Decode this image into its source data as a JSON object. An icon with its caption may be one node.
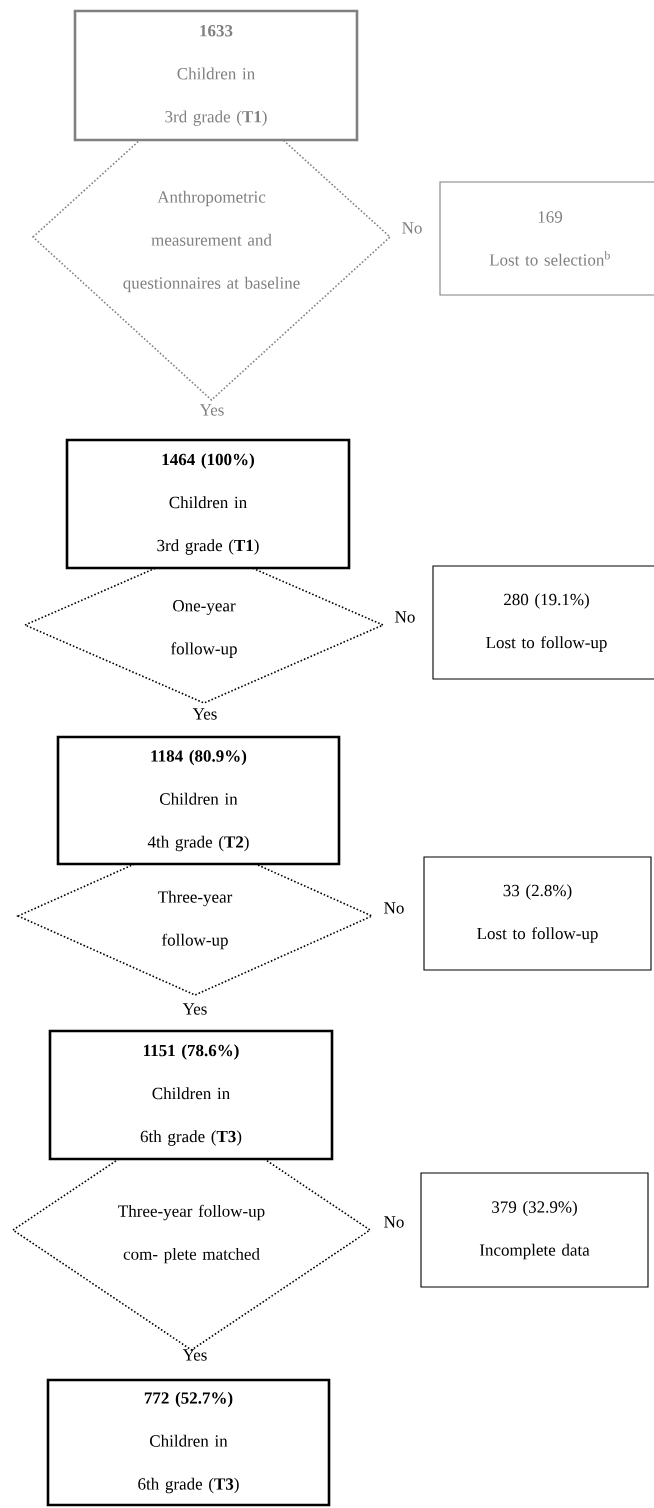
{
  "diagram": {
    "nodes": [
      {
        "text": [
          "1633",
          "Children in 3rd grade (**T1**)"
        ]
      },
      {
        "text": [
          "Anthropometric measurement and questionnaires at baseline"
        ],
        "beside": [
          "No",
          "Yes"
        ]
      },
      {
        "text": [
          "169",
          "Lost to selection$^{b}$"
        ]
      },
      {
        "text": [
          "1464 (100%)",
          "Children in 3rd grade (**T1**)"
        ]
      },
      {
        "text": [
          "One-year follow-up"
        ],
        "beside": [
          "No",
          "Yes"
        ]
      },
      {
        "text": [
          "280 (19.1%)",
          "Lost to follow-up"
        ]
      },
      {
        "text": [
          "1184 (80.9%)",
          "Children in 4th grade (**T2**)"
        ]
      },
      {
        "text": [
          "Three-year follow-up"
        ],
        "beside": [
          "No",
          "Yes"
        ]
      },
      {
        "text": [
          "33 (2.8%)",
          "Lost to follow-up"
        ]
      },
      {
        "text": [
          "1151 (78.6%)",
          "Children in 6th grade (**T3**)"
        ]
      },
      {
        "text": [
          "Three-year follow-up com- plete matched"
        ],
        "beside": [
          "No",
          "Yes"
        ]
      },
      {
        "text": [
          "379 (32.9%)",
          "Incomplete data"
        ]
      },
      {
        "text": [
          "772 (52.7%)",
          "Children in 6th grade (**T3**)"
        ]
      }
    ]
  }
}
